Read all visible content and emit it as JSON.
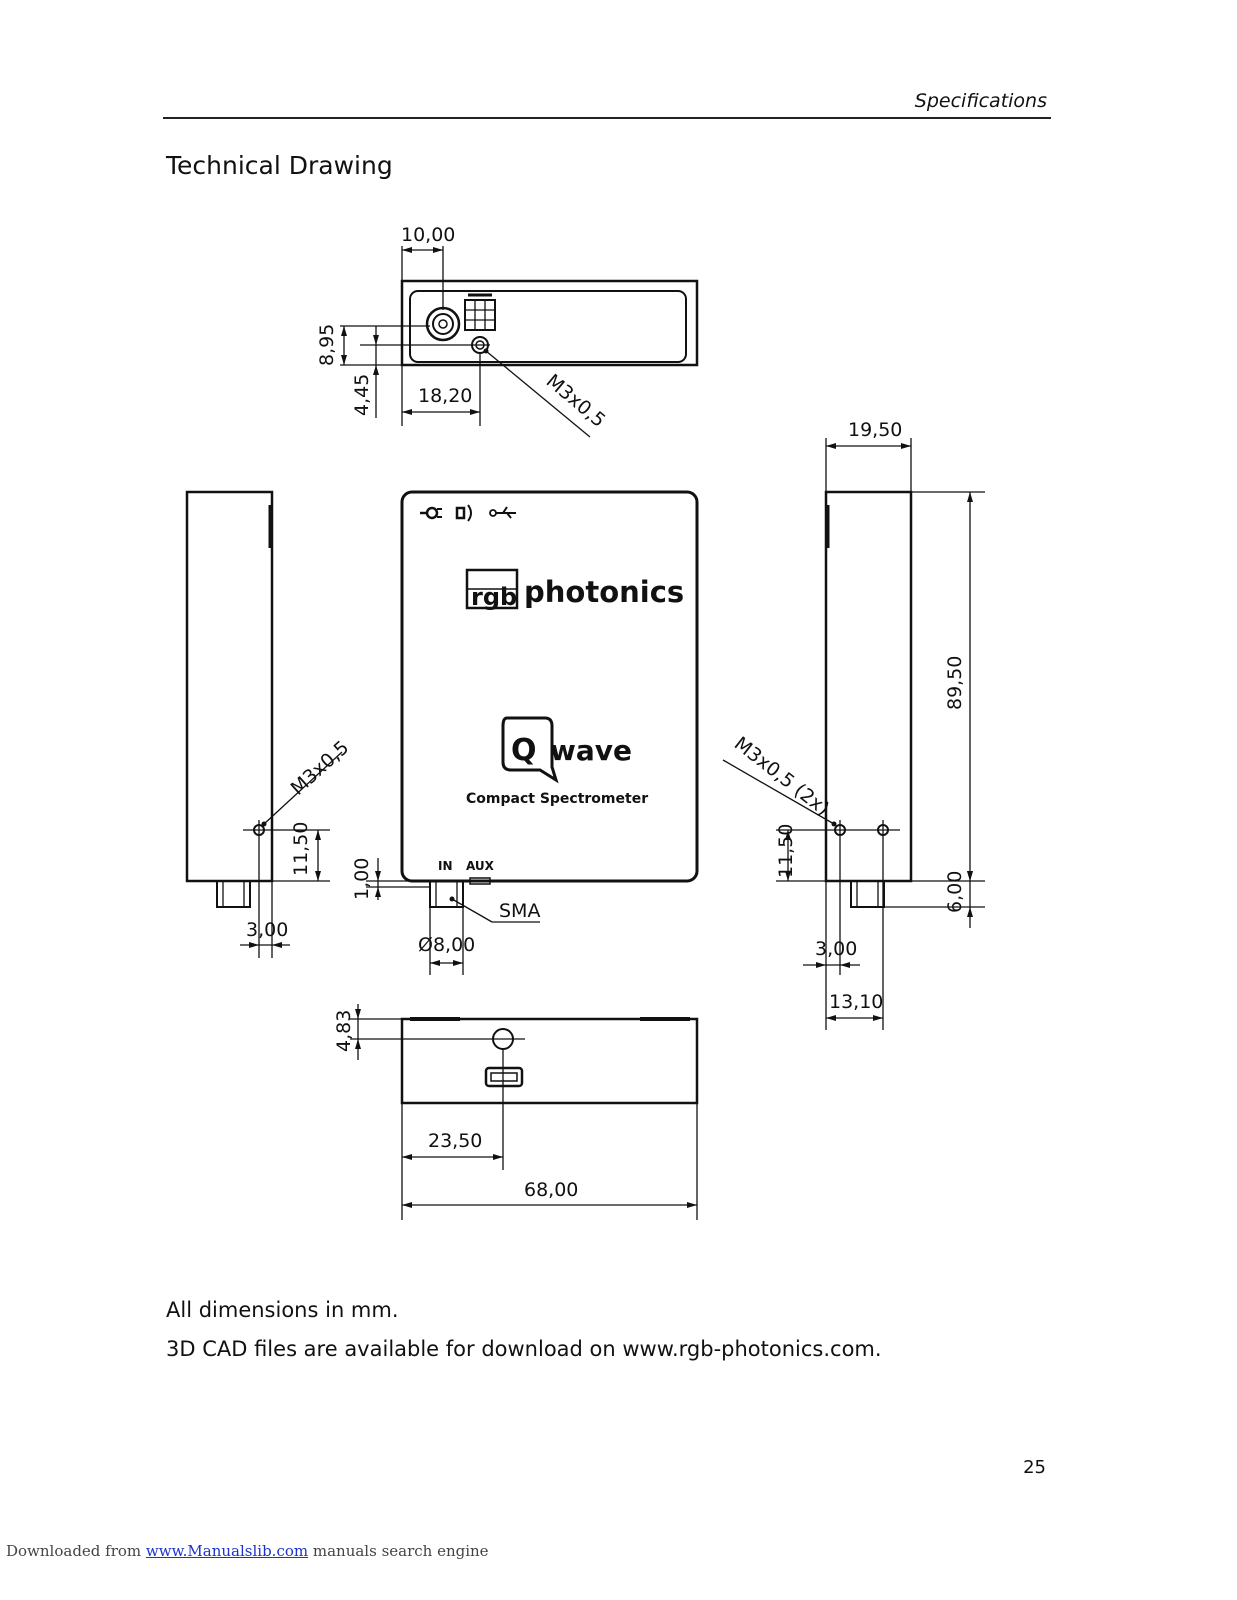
{
  "header": {
    "section": "Specifications"
  },
  "title": "Technical Drawing",
  "drawing": {
    "dims": {
      "top_width": "10,00",
      "top_hole_v1": "8,95",
      "top_hole_v2": "4,45",
      "top_hole_h": "18,20",
      "top_thread": "M3x0,5",
      "right_depth": "19,50",
      "right_height": "89,50",
      "left_thread": "M3x0,5",
      "left_hole_v": "11,50",
      "left_hole_h": "3,00",
      "sma_offset": "1,00",
      "sma": "SMA",
      "sma_dia": "Ø8,00",
      "right_thread": "M3x0,5 (2x)",
      "right_hole_v": "11,50",
      "right_hole_h": "3,00",
      "right_hole_spacing": "13,10",
      "right_bottom": "6,00",
      "bottom_v": "4,83",
      "bottom_h": "23,50",
      "total_width": "68,00"
    },
    "labels": {
      "brand": "photonics",
      "brand_mark": "rgb",
      "product_q": "Q",
      "product": "wave",
      "product_sub": "Compact Spectrometer",
      "port_in": "IN",
      "port_aux": "AUX"
    }
  },
  "notes": [
    "All dimensions in mm.",
    "3D CAD files are available for download on www.rgb-photonics.com."
  ],
  "page_number": "25",
  "footer": {
    "prefix": "Downloaded from ",
    "link": "www.Manualslib.com",
    "suffix": " manuals search engine"
  }
}
